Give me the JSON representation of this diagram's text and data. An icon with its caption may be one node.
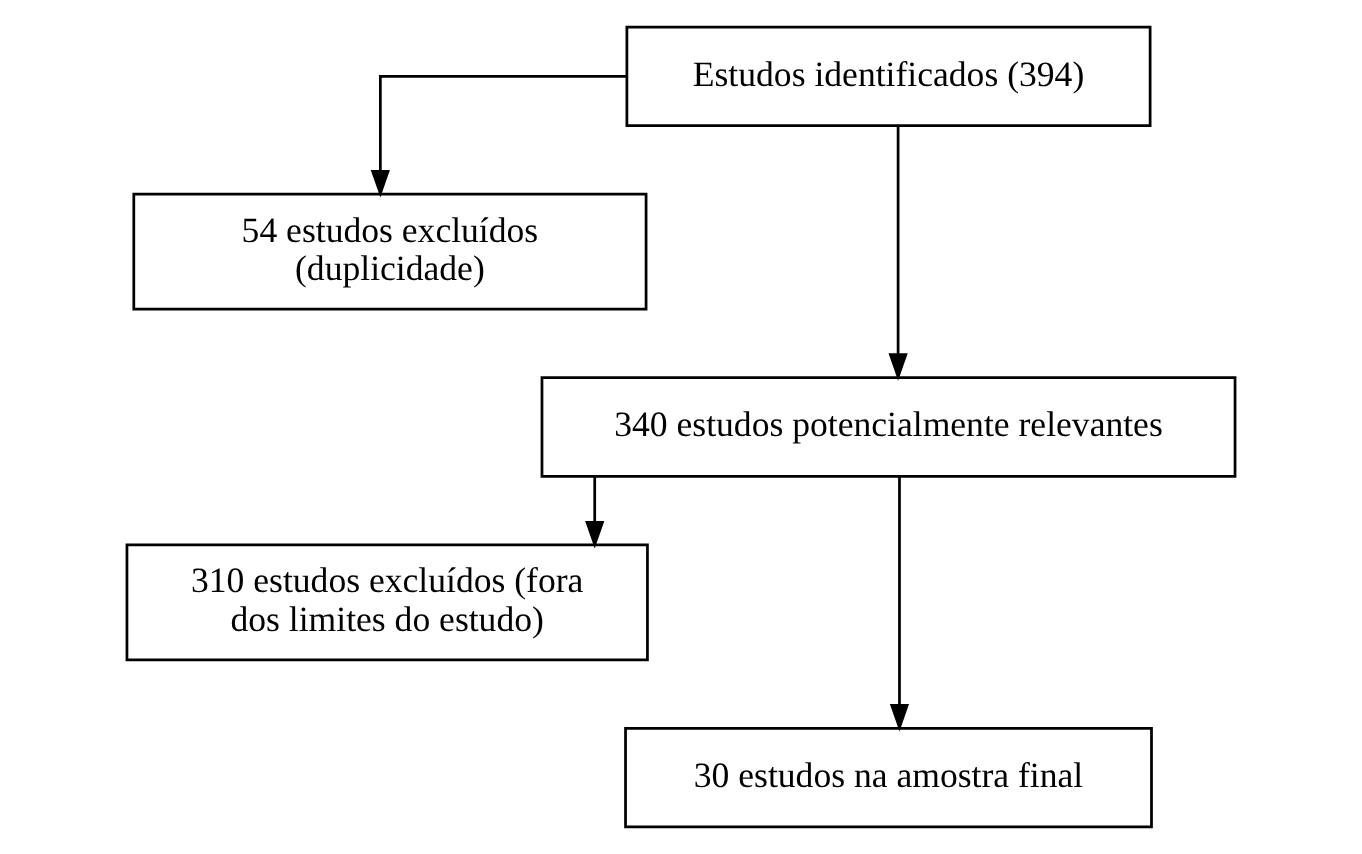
{
  "diagram": {
    "nodes": [
      {
        "text": [
          "Estudos identificados (394)"
        ]
      },
      {
        "text": [
          "54 estudos excluídos (duplicidade)"
        ]
      },
      {
        "text": [
          "340 estudos potencialmente relevantes"
        ]
      },
      {
        "text": [
          "310 estudos excluídos (fora dos limites do estudo)"
        ]
      },
      {
        "text": [
          "30 estudos na amostra final"
        ]
      }
    ],
    "edges": [
      {
        "from": 0,
        "to": 2,
        "arrow": "to"
      },
      {
        "from": 0,
        "to": 1,
        "arrow": "to"
      },
      {
        "from": 2,
        "to": 4,
        "arrow": "to"
      },
      {
        "from": 2,
        "to": 3,
        "arrow": "to"
      }
    ]
  }
}
